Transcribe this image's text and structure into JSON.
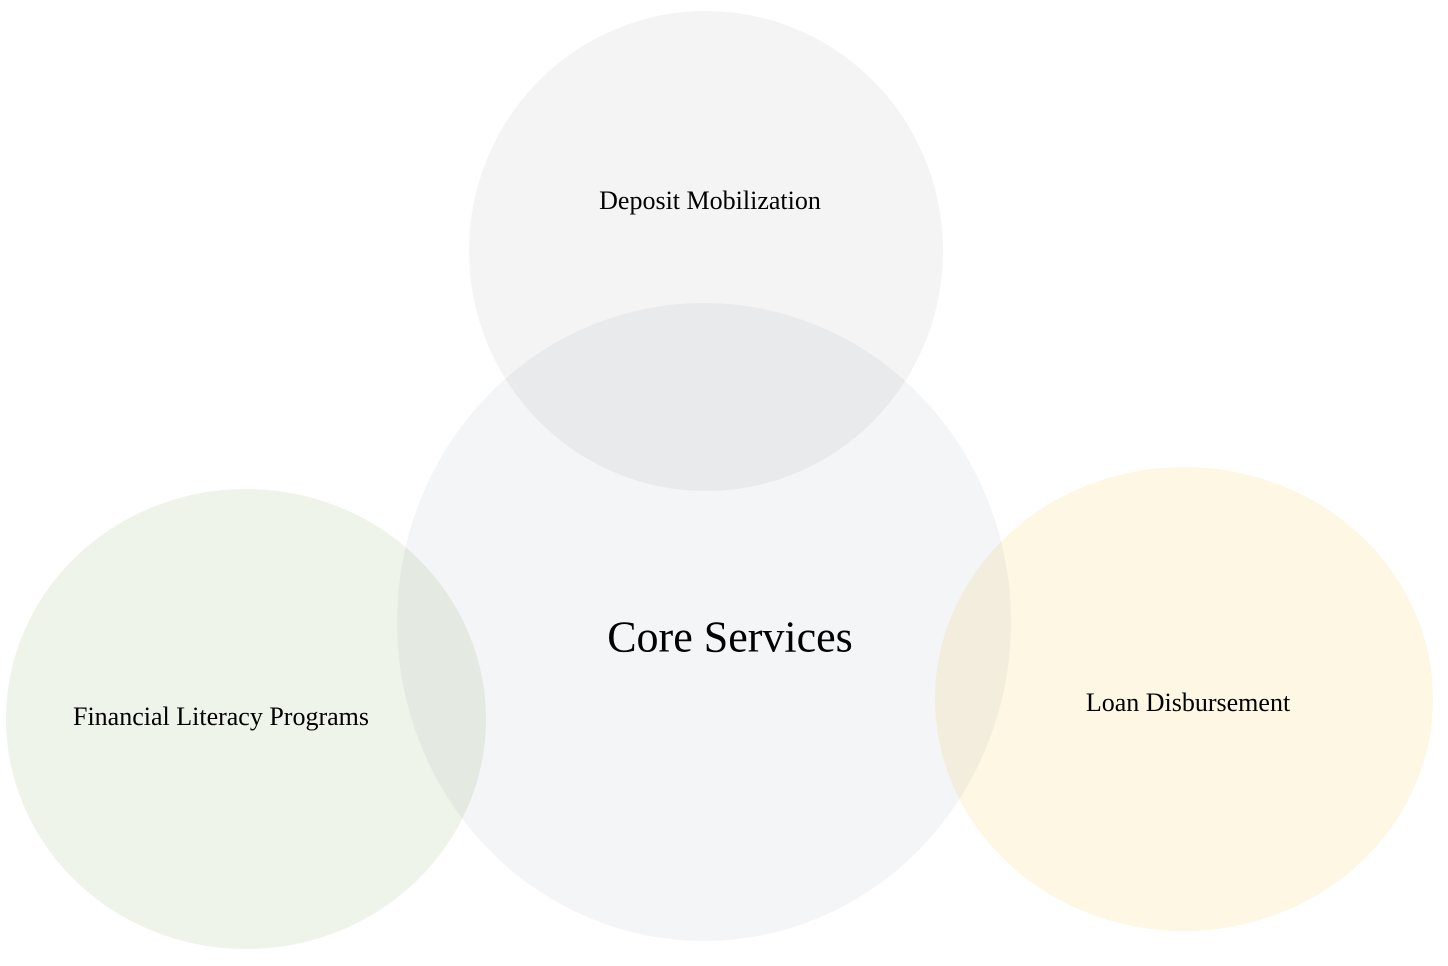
{
  "diagram": {
    "center": {
      "label": "Core Services",
      "color": "#f4f5f7"
    },
    "satellites": [
      {
        "label": "Deposit Mobilization",
        "color": "#f4f4f4"
      },
      {
        "label": "Financial Literacy Programs",
        "color": "#eff4ea"
      },
      {
        "label": "Loan Disbursement",
        "color": "#fdf7e4"
      }
    ]
  }
}
